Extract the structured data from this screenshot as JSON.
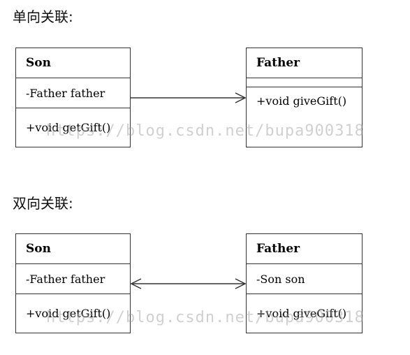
{
  "unidirectional": {
    "heading": "单向关联:",
    "son": {
      "name": "Son",
      "attribute": "-Father father",
      "method": "+void getGift()"
    },
    "father": {
      "name": "Father",
      "attribute": "",
      "method": "+void giveGift()"
    }
  },
  "bidirectional": {
    "heading": "双向关联:",
    "son": {
      "name": "Son",
      "attribute": "-Father father",
      "method": "+void getGift()"
    },
    "father": {
      "name": "Father",
      "attribute": "-Son son",
      "method": "+void giveGift()"
    }
  },
  "watermark": "https://blog.csdn.net/bupa900318",
  "colors": {
    "line": "#333333",
    "watermark": "#969696"
  }
}
